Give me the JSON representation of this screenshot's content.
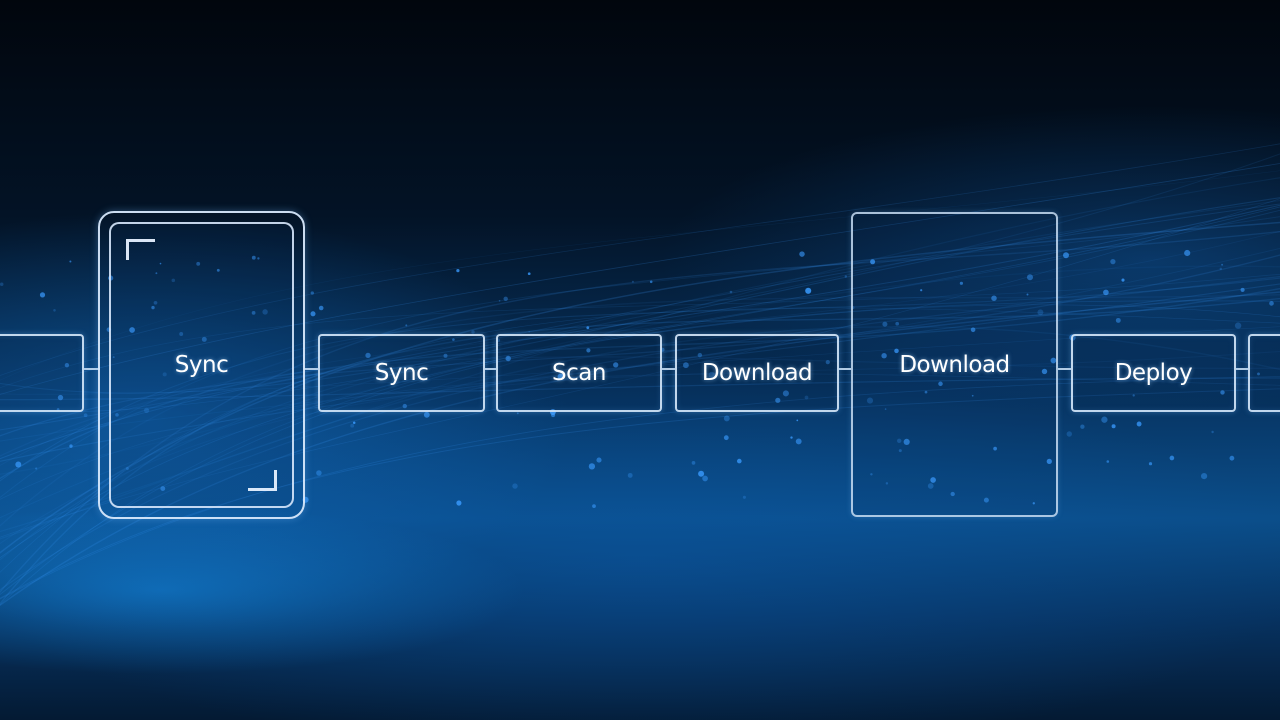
{
  "pipeline": {
    "nodes": [
      {
        "label": "Sync"
      },
      {
        "label": "Sync"
      },
      {
        "label": "Scan"
      },
      {
        "label": "Download"
      },
      {
        "label": "Download"
      },
      {
        "label": "Deploy"
      }
    ]
  },
  "colors": {
    "background_dark": "#020812",
    "background_glow": "#0b4e8a",
    "node_border": "#d2e6fa",
    "text": "#ffffff",
    "particle": "#3a9bff"
  }
}
